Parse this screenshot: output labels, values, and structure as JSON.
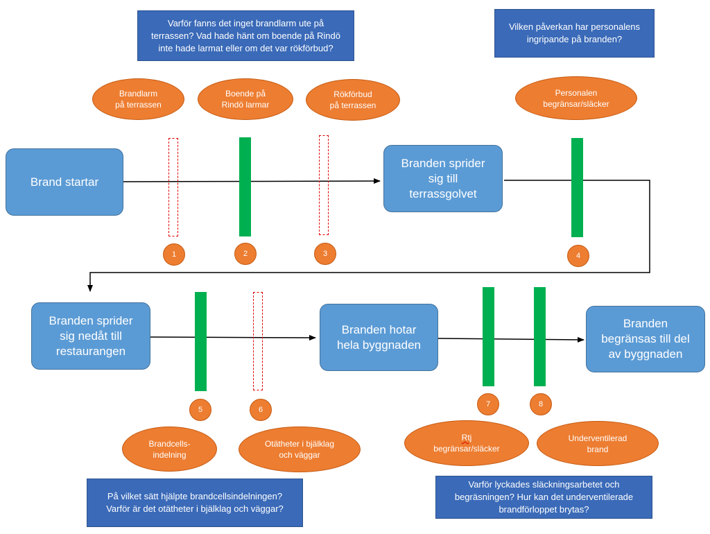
{
  "questions": {
    "q1": "Varför fanns det inget brandlarm ute på\nterrassen? Vad hade hänt om boende på Rindö\ninte hade larmat eller om det var rökförbud?",
    "q2": "Vilken påverkan har personalens\ningripande på branden?",
    "q3": "På vilket sätt hjälpte brandcellsindelningen?\nVarför är det otätheter i bjälklag och väggar?",
    "q4": "Varför lyckades släckningsarbetet och\nbegräsningen? Hur kan det underventilerade\nbrandförloppet brytas?"
  },
  "boxes": {
    "b1": "Brand startar",
    "b2": "Branden sprider\nsig till\nterrassgolvet",
    "b3": "Branden sprider\nsig nedåt till\nrestaurangen",
    "b4": "Branden hotar\nhela byggnaden",
    "b5": "Branden\nbegränsas till del\nav byggnaden"
  },
  "ovals": {
    "o1": "Brandlarm\npå terrassen",
    "o2": "Boende på\nRindö larmar",
    "o3": "Rökförbud\npå terrassen",
    "o4": "Personalen\nbegränsar/släcker",
    "o5": "Brandcells-\nindelning",
    "o6": "Otätheter i bjälklag\noch väggar",
    "o7a": "Rtj",
    "o7b": "begränsar/släcker",
    "o8": "Underventilerad\nbrand"
  },
  "numbers": [
    "1",
    "2",
    "3",
    "4",
    "5",
    "6",
    "7",
    "8"
  ],
  "colors": {
    "question": "#3a6ab8",
    "event_box": "#5b9bd5",
    "oval": "#ed7d31",
    "effective_barrier": "#00b050",
    "failed_barrier": "#e00000"
  }
}
